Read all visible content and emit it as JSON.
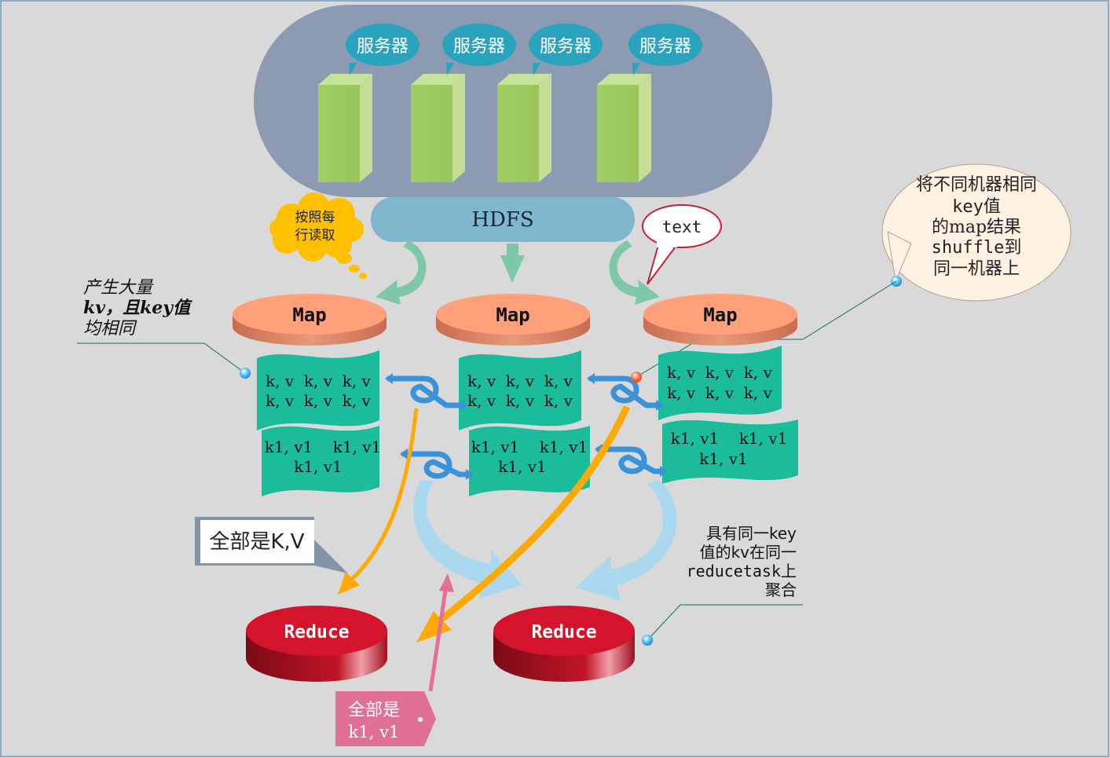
{
  "cluster": {
    "servers": [
      {
        "label": "服务器"
      },
      {
        "label": "服务器"
      },
      {
        "label": "服务器"
      },
      {
        "label": "服务器"
      }
    ]
  },
  "hdfs": {
    "label": "HDFS"
  },
  "read_bubble": {
    "line1": "按照每",
    "line2": "行读取"
  },
  "text_bubble": {
    "label": "text"
  },
  "shuffle_note": {
    "line1": "将不同机器相同",
    "line2": "key值",
    "line3": "的map结果",
    "line4": "shuffle到",
    "line5": "同一机器上"
  },
  "left_note": {
    "line1": "产生大量",
    "line2": "kv，且key值",
    "line3": "均相同"
  },
  "maps": [
    {
      "label": "Map",
      "kv_line1": "k, v  k, v  k, v",
      "kv_line2": "k, v  k, v  k, v",
      "k1_line1": "k1, v1    k1, v1",
      "k1_line2": "k1, v1"
    },
    {
      "label": "Map",
      "kv_line1": "k, v  k, v  k, v",
      "kv_line2": "k, v  k, v  k, v",
      "k1_line1": "k1, v1    k1, v1",
      "k1_line2": "k1, v1"
    },
    {
      "label": "Map",
      "kv_line1": "k, v  k, v  k, v",
      "kv_line2": "k, v  k, v  k, v",
      "k1_line1": "k1, v1    k1, v1",
      "k1_line2": "k1, v1"
    }
  ],
  "reduces": [
    {
      "label": "Reduce"
    },
    {
      "label": "Reduce"
    }
  ],
  "all_kv_box": {
    "label": "全部是K,V"
  },
  "all_k1_tag": {
    "line1": "全部是",
    "line2": "k1, v1"
  },
  "reducetask_note": {
    "line1": "具有同一key",
    "line2": "值的kv在同一",
    "line3": "reducetask上",
    "line4": "聚合"
  },
  "colors": {
    "cluster_bg": "#8c9bb1",
    "server_front": "#a1ce62",
    "server_side": "#c3df95",
    "server_label_bg": "#2aa3bf",
    "hdfs_bg": "#7fb7cf",
    "map_top": "#ffa07a",
    "map_side": "#d77d5e",
    "kv_sheet": "#1abc9c",
    "reduce_top": "#d4142a",
    "reduce_side": "#9e0f1f",
    "shuffle_arrow": "#3a93d8",
    "orange_arrow": "#ffaa00",
    "lightblue_arrow": "#a8d8f0",
    "pink_arrow": "#e07098",
    "note_fill": "#fff2e3"
  }
}
